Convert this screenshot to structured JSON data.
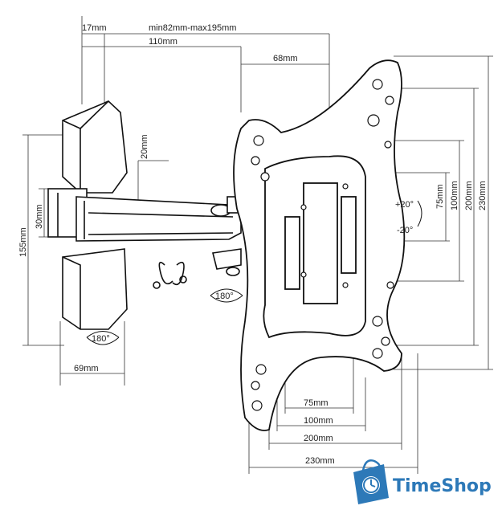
{
  "dimensions": {
    "top_range": "min82mm-max195mm",
    "depth_17": "17mm",
    "arm_110": "110mm",
    "offset_68": "68mm",
    "arm_20": "20mm",
    "height_30": "30mm",
    "wall_155": "155mm",
    "wall_69": "69mm",
    "v_75": "75mm",
    "v_100": "100mm",
    "v_200": "200mm",
    "v_230": "230mm",
    "h_75": "75mm",
    "h_100": "100mm",
    "h_200": "200mm",
    "h_230": "230mm"
  },
  "rotation": {
    "swivel_wall": "180°",
    "swivel_arm": "180°",
    "tilt_up": "+20°",
    "tilt_down": "-20°"
  },
  "brand": {
    "name": "TimeShop",
    "color": "#2d79b8"
  }
}
